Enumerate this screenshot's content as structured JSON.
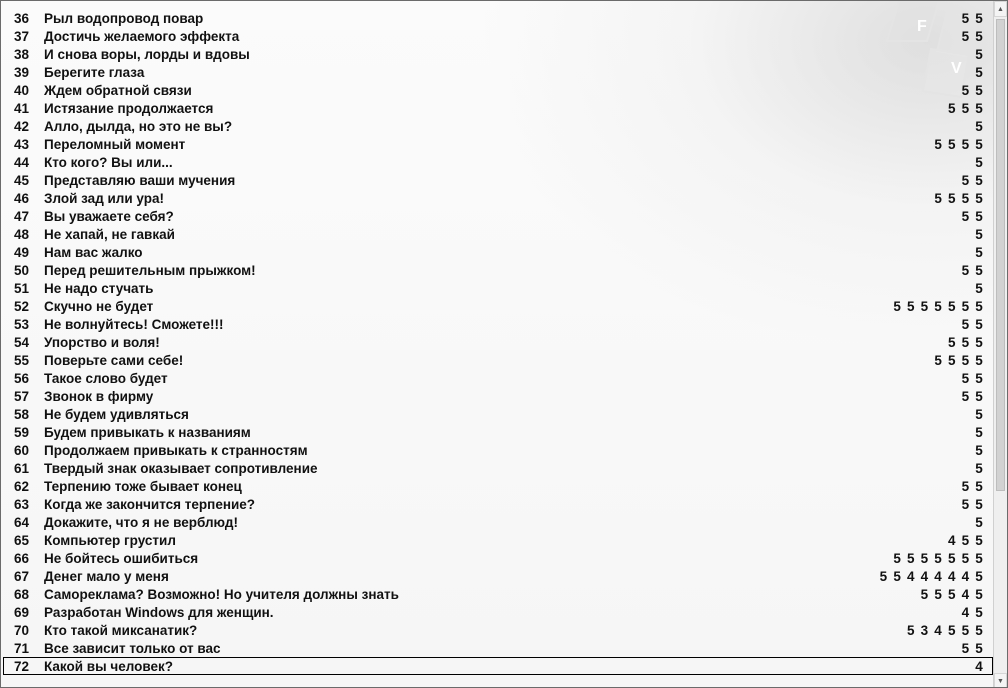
{
  "rows": [
    {
      "num": "36",
      "title": "Рыл водопровод повар",
      "score": "5 5"
    },
    {
      "num": "37",
      "title": "Достичь желаемого эффекта",
      "score": "5 5"
    },
    {
      "num": "38",
      "title": "И снова воры, лорды и вдовы",
      "score": "5"
    },
    {
      "num": "39",
      "title": "Берегите глаза",
      "score": "5"
    },
    {
      "num": "40",
      "title": "Ждем обратной связи",
      "score": "5 5"
    },
    {
      "num": "41",
      "title": "Истязание продолжается",
      "score": "5 5 5"
    },
    {
      "num": "42",
      "title": "Алло, дылда, но это не вы?",
      "score": "5"
    },
    {
      "num": "43",
      "title": "Переломный момент",
      "score": "5 5 5 5"
    },
    {
      "num": "44",
      "title": "Кто кого? Вы или...",
      "score": "5"
    },
    {
      "num": "45",
      "title": "Представляю ваши мучения",
      "score": "5 5"
    },
    {
      "num": "46",
      "title": "Злой зад или ура!",
      "score": "5 5 5 5"
    },
    {
      "num": "47",
      "title": "Вы уважаете себя?",
      "score": "5 5"
    },
    {
      "num": "48",
      "title": "Не хапай, не гавкай",
      "score": "5"
    },
    {
      "num": "49",
      "title": "Нам вас жалко",
      "score": "5"
    },
    {
      "num": "50",
      "title": "Перед решительным прыжком!",
      "score": "5 5"
    },
    {
      "num": "51",
      "title": "Не надо стучать",
      "score": "5"
    },
    {
      "num": "52",
      "title": "Скучно не будет",
      "score": "5 5 5 5 5 5 5"
    },
    {
      "num": "53",
      "title": "Не волнуйтесь! Сможете!!!",
      "score": "5 5"
    },
    {
      "num": "54",
      "title": "Упорство и воля!",
      "score": "5 5 5"
    },
    {
      "num": "55",
      "title": "Поверьте сами себе!",
      "score": "5 5 5 5"
    },
    {
      "num": "56",
      "title": "Такое слово будет",
      "score": "5 5"
    },
    {
      "num": "57",
      "title": "Звонок в фирму",
      "score": "5 5"
    },
    {
      "num": "58",
      "title": "Не будем удивляться",
      "score": "5"
    },
    {
      "num": "59",
      "title": "Будем привыкать к названиям",
      "score": "5"
    },
    {
      "num": "60",
      "title": "Продолжаем привыкать к странностям",
      "score": "5"
    },
    {
      "num": "61",
      "title": "Твердый знак оказывает сопротивление",
      "score": "5"
    },
    {
      "num": "62",
      "title": "Терпению тоже бывает конец",
      "score": "5 5"
    },
    {
      "num": "63",
      "title": "Когда же закончится терпение?",
      "score": "5 5"
    },
    {
      "num": "64",
      "title": "Докажите, что я не верблюд!",
      "score": "5"
    },
    {
      "num": "65",
      "title": "Компьютер грустил",
      "score": "4 5 5"
    },
    {
      "num": "66",
      "title": "Не бойтесь ошибиться",
      "score": "5 5 5 5 5 5 5"
    },
    {
      "num": "67",
      "title": "Денег мало у меня",
      "score": "5 5 4 4 4 4 4 5"
    },
    {
      "num": "68",
      "title": "Самореклама? Возможно! Но учителя должны знать",
      "score": "5 5 5 4 5"
    },
    {
      "num": "69",
      "title": "Разработан Windows для женщин.",
      "score": "4 5"
    },
    {
      "num": "70",
      "title": "Кто такой миксанатик?",
      "score": "5 3 4 5 5 5"
    },
    {
      "num": "71",
      "title": "Все зависит только от вас",
      "score": "5 5"
    },
    {
      "num": "72",
      "title": "Какой вы человек?",
      "score": "4"
    }
  ],
  "selected_index": 36,
  "decor": {
    "keys_icon": "keyboard-keys-icon",
    "key_labels": [
      "F",
      "V"
    ]
  },
  "scrollbar": {
    "up_icon": "chevron-up-icon",
    "down_icon": "chevron-down-icon"
  }
}
